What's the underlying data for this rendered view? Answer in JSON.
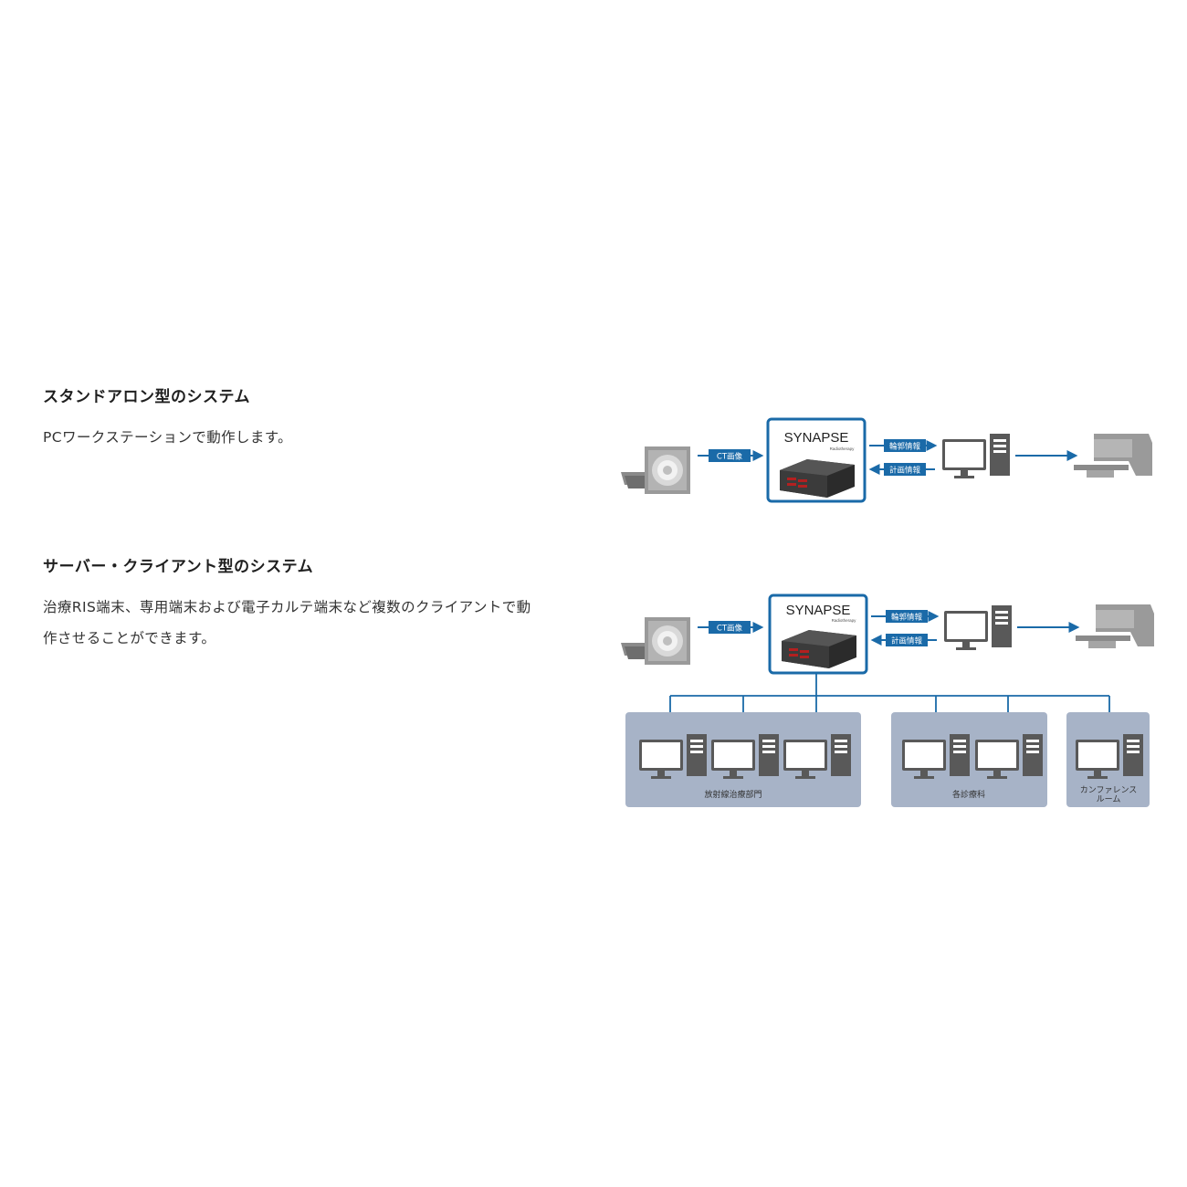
{
  "sections": [
    {
      "title": "スタンドアロン型のシステム",
      "description": "PCワークステーションで動作します。"
    },
    {
      "title": "サーバー・クライアント型のシステム",
      "description_line1": "治療RIS端末、専用端末および電子カルテ端末など複数のクライアントで動",
      "description_line2": "作させることができます。"
    }
  ],
  "diagram": {
    "logo": "SYNAPSE",
    "logo_sub": "Radiotherapy",
    "ct_label": "CT画像",
    "contour_label": "輪郭情報",
    "plan_label": "計画情報",
    "groups": [
      {
        "label": "放射線治療部門"
      },
      {
        "label": "各診療科"
      },
      {
        "label_line1": "カンファレンス",
        "label_line2": "ルーム"
      }
    ],
    "colors": {
      "accent_blue": "#1a6aa8",
      "device_gray": "#8e8e8e",
      "group_bg": "#a7b3c7"
    }
  }
}
